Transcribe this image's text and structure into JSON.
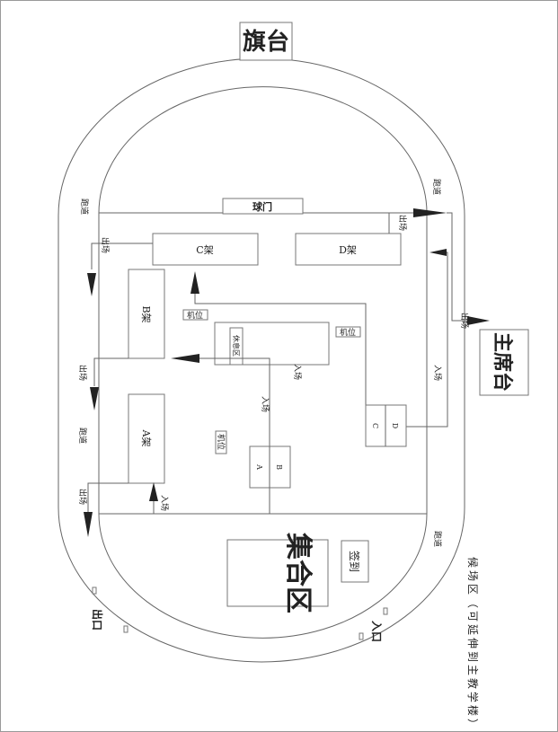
{
  "title_flag": "旗台",
  "title_stand": "主席台",
  "goal": "球门",
  "racks": {
    "a": "A架",
    "b": "B架",
    "c": "C架",
    "d": "D架"
  },
  "rest_area": "休息区",
  "camera": "机位",
  "small_boxes": {
    "a": "A",
    "b": "B",
    "c": "C",
    "d": "D"
  },
  "assembly": "集合区",
  "checkin": "签到",
  "exit_gate": "出口",
  "entrance_gate": "入口",
  "waiting_area": "候场区（可延伸到主教学楼）",
  "track": "跑道",
  "exit_field": "出场",
  "enter_field": "入场"
}
